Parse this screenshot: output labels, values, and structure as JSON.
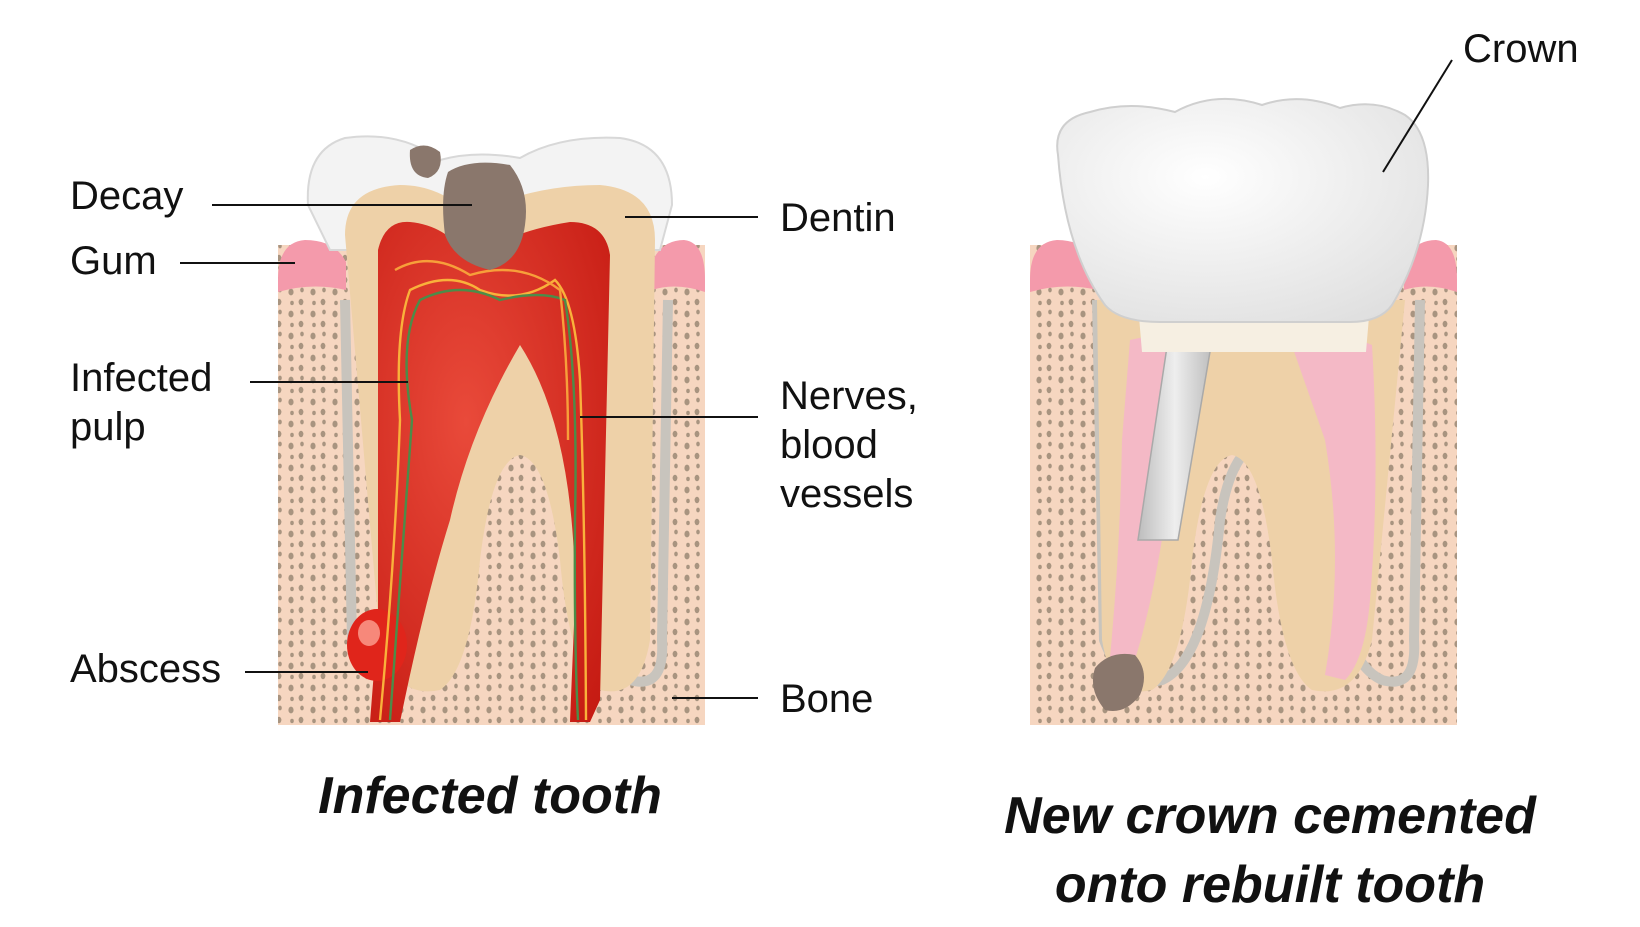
{
  "infected": {
    "labels": {
      "decay": "Decay",
      "gum": "Gum",
      "infected_pulp": "Infected\npulp",
      "abscess": "Abscess",
      "dentin": "Dentin",
      "nerves": "Nerves,\nblood\nvessels",
      "bone": "Bone"
    },
    "caption": "Infected tooth"
  },
  "rebuilt": {
    "labels": {
      "crown": "Crown"
    },
    "caption": "New crown cemented\nonto rebuilt tooth"
  },
  "colors": {
    "bone": "#f6d6c0",
    "bone_pores": "#a89480",
    "gum": "#f49aab",
    "enamel": "#f3f3f3",
    "dentin": "#eed1a8",
    "pulp_infected": "#d9261c",
    "decay": "#8a776c",
    "root_canal": "#f4b9c6",
    "post": "#d2d2d2"
  }
}
